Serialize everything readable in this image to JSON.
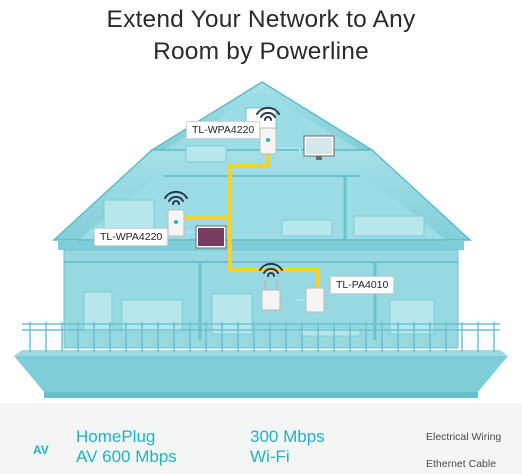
{
  "header": {
    "title_line1": "Extend Your Network to Any",
    "title_line2": "Room by Powerline"
  },
  "devices": {
    "top": "TL-WPA4220",
    "middle": "TL-WPA4220",
    "router_adapter": "TL-PA4010"
  },
  "features": {
    "homeplug_badge": "AV",
    "homeplug_line1": "HomePlug",
    "homeplug_line2": "AV 600 Mbps",
    "wifi_line1": "300 Mbps",
    "wifi_line2": "Wi-Fi"
  },
  "legend": {
    "electrical": "Electrical Wiring",
    "ethernet": "Ethernet Cable"
  },
  "colors": {
    "house": "#8fd6df",
    "house_dark": "#5fbccb",
    "electrical": "#f5d32d",
    "ethernet": "#a8e6ee",
    "accent": "#1fb3c4"
  },
  "icons": [
    "house-av-icon",
    "speedometer-icon",
    "wifi-icon",
    "powerline-adapter-icon",
    "monitor-icon",
    "router-icon"
  ]
}
